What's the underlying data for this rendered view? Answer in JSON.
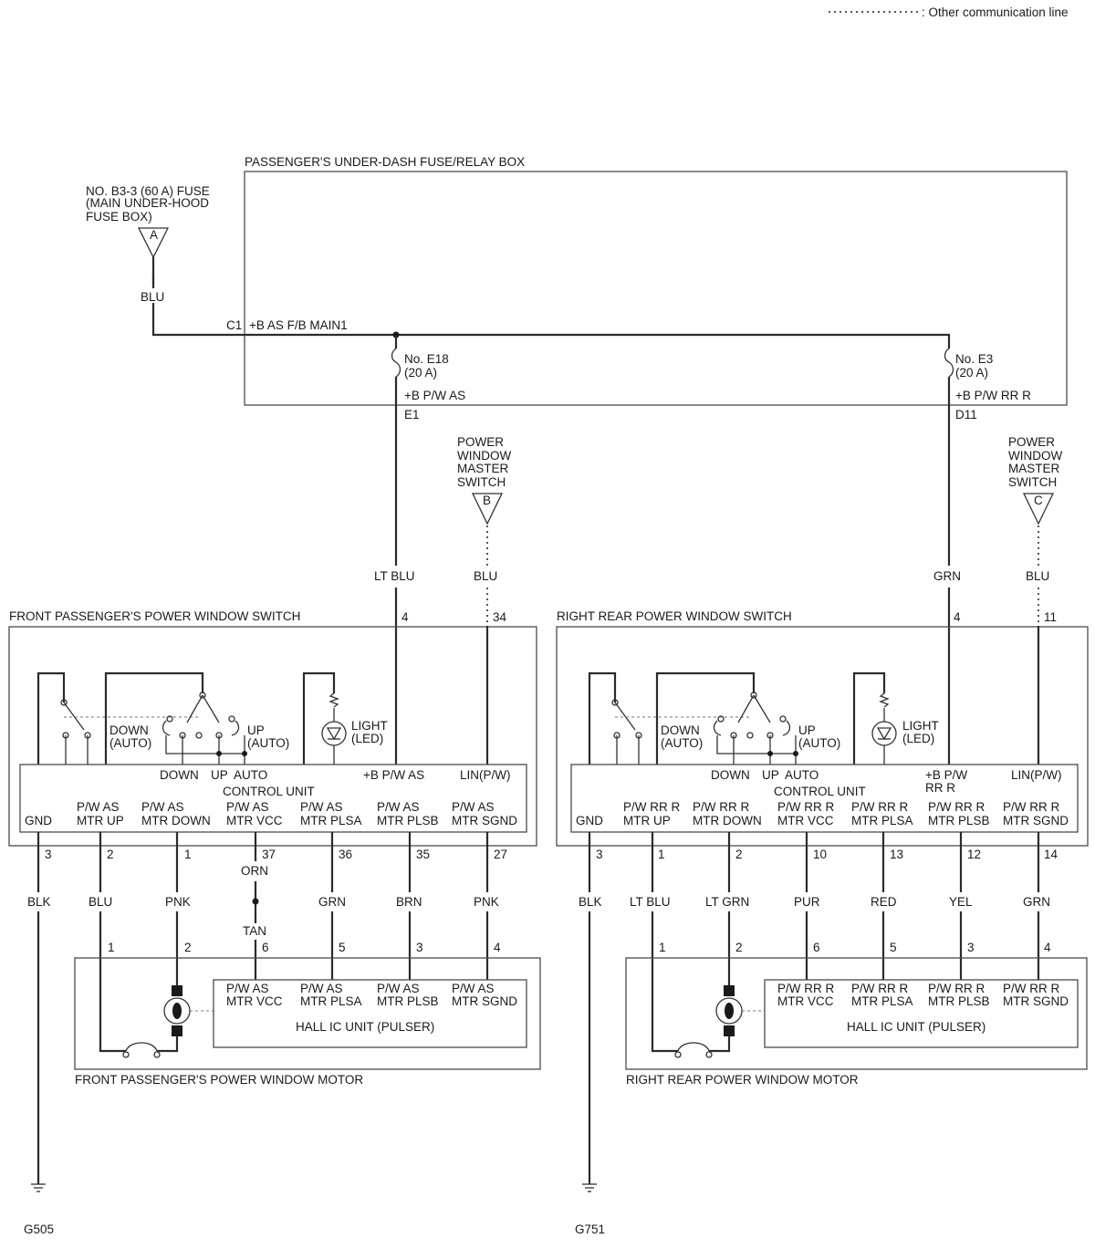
{
  "legend": {
    "text": ": Other communication line"
  },
  "fuse_relay_box": {
    "title": "PASSENGER'S UNDER-DASH FUSE/RELAY BOX",
    "c1": "C1",
    "main_label": "+B AS F/B MAIN1",
    "fuse_e18_no": "No. E18",
    "fuse_e18_rating": "(20 A)",
    "fuse_e18_out": "+B P/W AS",
    "e1": "E1",
    "fuse_e3_no": "No. E3",
    "fuse_e3_rating": "(20 A)",
    "fuse_e3_out": "+B P/W RR R",
    "d11": "D11"
  },
  "source_a": {
    "lines": [
      "NO. B3-3 (60 A) FUSE",
      "(MAIN UNDER-HOOD",
      "FUSE BOX)"
    ],
    "letter": "A",
    "wire_color": "BLU"
  },
  "source_b": {
    "lines": [
      "POWER",
      "WINDOW",
      "MASTER",
      "SWITCH"
    ],
    "letter": "B",
    "wire_color": "BLU"
  },
  "source_c": {
    "lines": [
      "POWER",
      "WINDOW",
      "MASTER",
      "SWITCH"
    ],
    "letter": "C",
    "wire_color": "BLU"
  },
  "front": {
    "switch_title": "FRONT PASSENGER'S POWER WINDOW SWITCH",
    "power_wire_color": "LT BLU",
    "power_pin": "4",
    "lin_pin": "34",
    "down_auto": [
      "DOWN",
      "(AUTO)"
    ],
    "up_auto": [
      "UP",
      "(AUTO)"
    ],
    "light": [
      "LIGHT",
      "(LED)"
    ],
    "down": "DOWN",
    "up": "UP",
    "auto": "AUTO",
    "power_terminal": "+B P/W AS",
    "lin_terminal": "LIN(P/W)",
    "control_unit": "CONTROL UNIT",
    "gnd": "GND",
    "terminals": [
      [
        "P/W AS",
        "MTR UP"
      ],
      [
        "P/W AS",
        "MTR DOWN"
      ],
      [
        "P/W AS",
        "MTR VCC"
      ],
      [
        "P/W AS",
        "MTR PLSA"
      ],
      [
        "P/W AS",
        "MTR PLSB"
      ],
      [
        "P/W AS",
        "MTR SGND"
      ]
    ],
    "switch_pins": [
      "3",
      "2",
      "1",
      "37",
      "36",
      "35",
      "27"
    ],
    "wire_colors": [
      "BLK",
      "BLU",
      "PNK",
      "GRN",
      "BRN",
      "PNK"
    ],
    "vcc_upper_color": "ORN",
    "vcc_lower_color": "TAN",
    "motor_pins": [
      "1",
      "2",
      "6",
      "5",
      "3",
      "4"
    ],
    "hall_terminals": [
      [
        "P/W AS",
        "MTR VCC"
      ],
      [
        "P/W AS",
        "MTR PLSA"
      ],
      [
        "P/W AS",
        "MTR PLSB"
      ],
      [
        "P/W AS",
        "MTR SGND"
      ]
    ],
    "hall_unit": "HALL IC UNIT (PULSER)",
    "motor_title": "FRONT PASSENGER'S POWER WINDOW MOTOR",
    "ground": "G505"
  },
  "rear": {
    "switch_title": "RIGHT REAR POWER WINDOW SWITCH",
    "power_wire_color": "GRN",
    "power_pin": "4",
    "lin_pin": "11",
    "down_auto": [
      "DOWN",
      "(AUTO)"
    ],
    "up_auto": [
      "UP",
      "(AUTO)"
    ],
    "light": [
      "LIGHT",
      "(LED)"
    ],
    "down": "DOWN",
    "up": "UP",
    "auto": "AUTO",
    "power_terminal": [
      "+B P/W",
      "RR R"
    ],
    "lin_terminal": "LIN(P/W)",
    "control_unit": "CONTROL UNIT",
    "gnd": "GND",
    "terminals": [
      [
        "P/W RR R",
        "MTR UP"
      ],
      [
        "P/W RR R",
        "MTR DOWN"
      ],
      [
        "P/W RR R",
        "MTR VCC"
      ],
      [
        "P/W RR R",
        "MTR PLSA"
      ],
      [
        "P/W RR R",
        "MTR PLSB"
      ],
      [
        "P/W RR R",
        "MTR SGND"
      ]
    ],
    "switch_pins": [
      "3",
      "1",
      "2",
      "10",
      "13",
      "12",
      "14"
    ],
    "wire_colors": [
      "BLK",
      "LT BLU",
      "LT GRN",
      "PUR",
      "RED",
      "YEL",
      "GRN"
    ],
    "motor_pins": [
      "1",
      "2",
      "6",
      "5",
      "3",
      "4"
    ],
    "hall_terminals": [
      [
        "P/W RR R",
        "MTR VCC"
      ],
      [
        "P/W RR R",
        "MTR PLSA"
      ],
      [
        "P/W RR R",
        "MTR PLSB"
      ],
      [
        "P/W RR R",
        "MTR SGND"
      ]
    ],
    "hall_unit": "HALL IC UNIT (PULSER)",
    "motor_title": "RIGHT REAR POWER WINDOW MOTOR",
    "ground": "G751"
  }
}
